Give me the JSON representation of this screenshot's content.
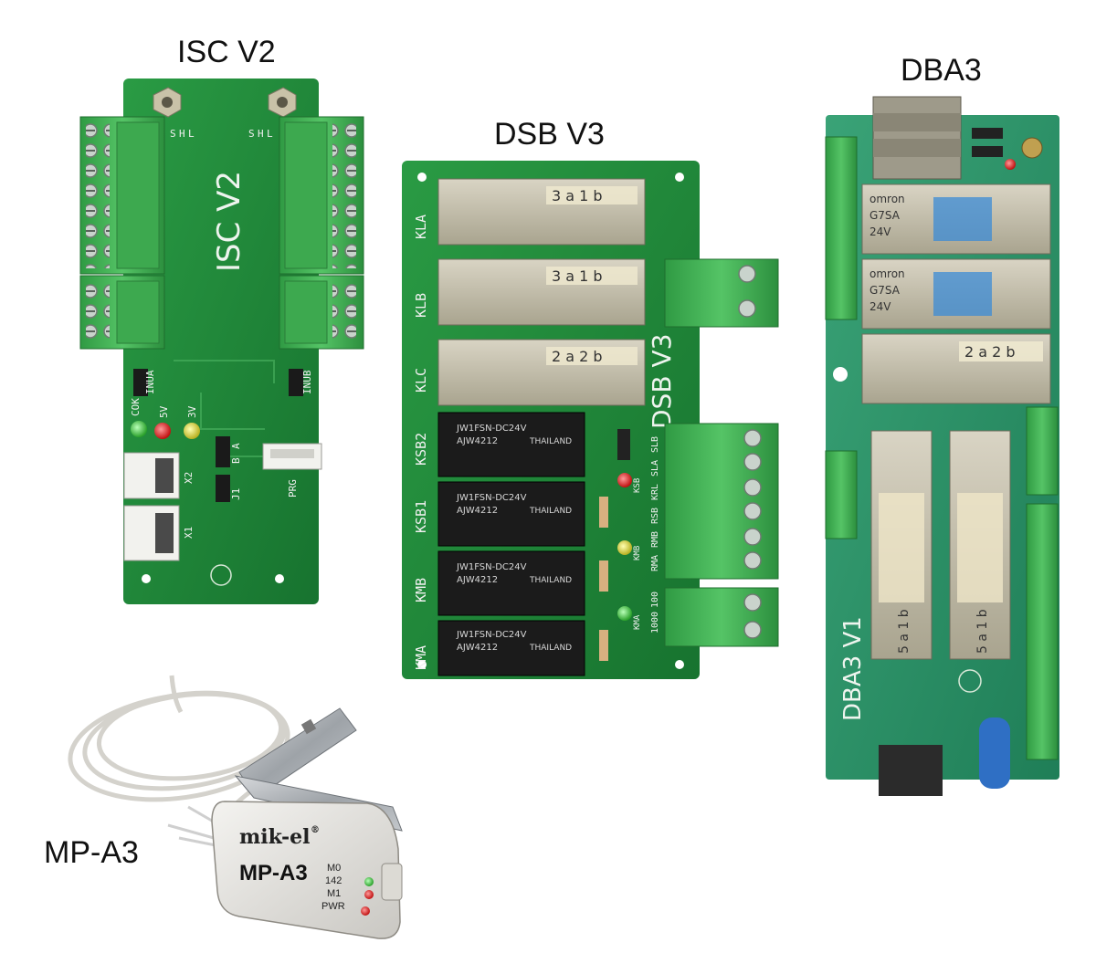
{
  "products": {
    "isc": {
      "caption": "ISC V2",
      "board_marking": "ISC V2",
      "connector_labels_left": [
        "S",
        "H",
        "L"
      ],
      "connector_labels_right": [
        "S",
        "H",
        "L"
      ],
      "led_labels": [
        "COK",
        "5V",
        "3V"
      ],
      "jumper_labels": [
        "INUA",
        "INUB",
        "J1",
        "A",
        "B"
      ],
      "port_labels": [
        "X2",
        "X1",
        "PRG"
      ]
    },
    "dsb": {
      "caption": "DSB V3",
      "board_marking": "DSB V3",
      "relay_labels": [
        "KLA",
        "KLB",
        "KLC",
        "KSB2",
        "KSB1",
        "KMB",
        "KMA"
      ],
      "side_labels": [
        "KSB",
        "KMB",
        "KMA"
      ],
      "terminal_labels": [
        "SLB",
        "SLA",
        "KRL",
        "RSB",
        "RMB",
        "RMA",
        "100",
        "1000"
      ],
      "power_relay_text": [
        "3 a 1 b",
        "3 a 1 b",
        "2 a 2 b"
      ],
      "signal_relay_text": [
        "JW1FSN-DC24V",
        "AJW4212",
        "THAILAND"
      ]
    },
    "dba": {
      "caption": "DBA3",
      "board_marking": "DBA3 V1",
      "relay_text": [
        "omron",
        "G7SA",
        "24V",
        "2 a 2 b",
        "5 a 1 b"
      ]
    },
    "mp": {
      "caption": "MP-A3",
      "brand": "mik-el",
      "model": "MP-A3",
      "indicators": [
        "M0",
        "142",
        "M1",
        "PWR"
      ]
    }
  },
  "colors": {
    "pcb_green": "#1f8a3a",
    "pcb_teal": "#2f9a6a",
    "connector_green": "#3fae4f",
    "relay_black": "#1b1b1b",
    "sensor_white": "#e8e6e2"
  }
}
